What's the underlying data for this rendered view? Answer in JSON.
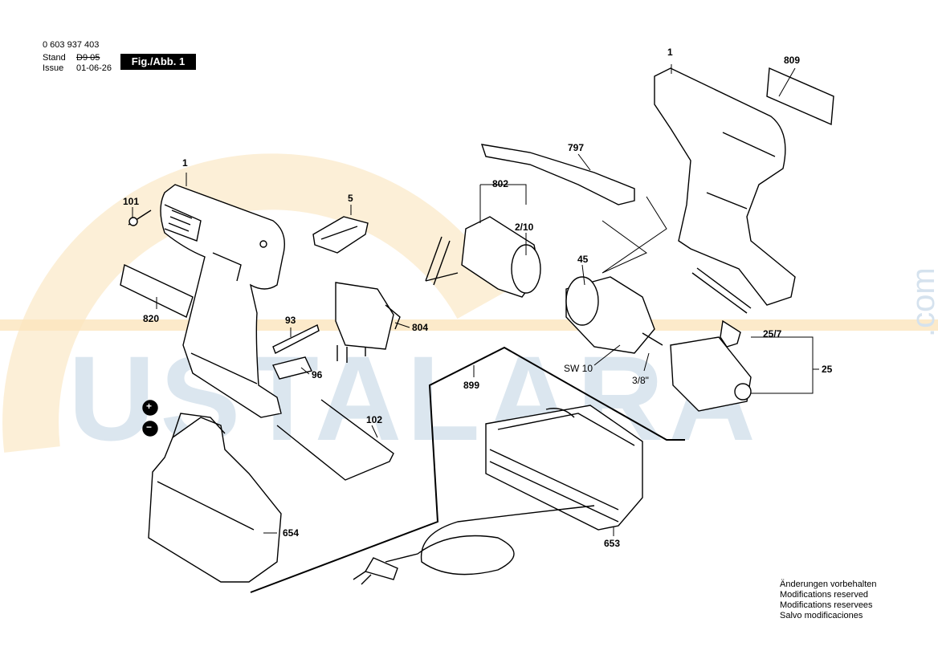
{
  "header": {
    "doc_number": "0 603 937 403",
    "stand_label": "Stand",
    "stand_value": "D9 05",
    "issue_label": "Issue",
    "issue_value": "01-06-26",
    "figure_label": "Fig./Abb. 1"
  },
  "part_labels": {
    "p1_left": "1",
    "p1_right": "1",
    "p101": "101",
    "p5": "5",
    "p820": "820",
    "p93": "93",
    "p96": "96",
    "p804": "804",
    "p102": "102",
    "p654": "654",
    "p797": "797",
    "p802": "802",
    "p2_10": "2/10",
    "p45": "45",
    "p809": "809",
    "p25_7": "25/7",
    "p25": "25",
    "sw10": "SW 10",
    "thread": "3/8\"",
    "p899": "899",
    "p653": "653"
  },
  "notes": [
    "Änderungen vorbehalten",
    "Modifications reserved",
    "Modifications reservees",
    "Salvo modificaciones"
  ],
  "watermark": {
    "text": "USTALARA",
    "suffix": ".com"
  },
  "symbols": {
    "plus": "+",
    "minus": "−"
  }
}
